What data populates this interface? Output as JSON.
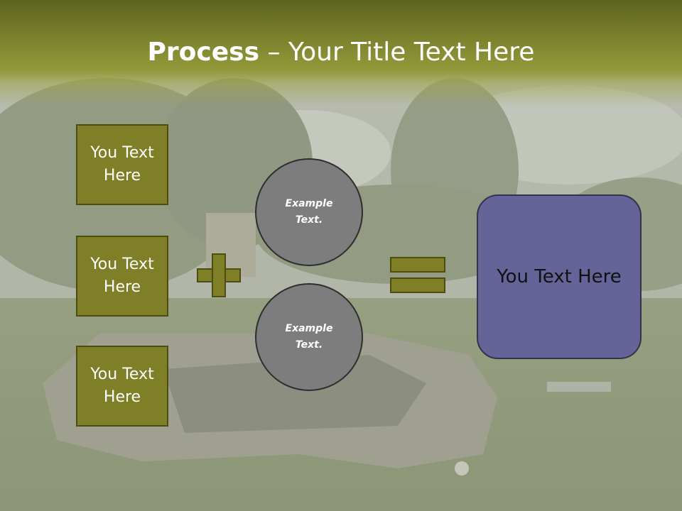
{
  "title": {
    "bold": "Process",
    "rest": " – Your Title Text Here"
  },
  "left_boxes": [
    {
      "label": "You Text Here"
    },
    {
      "label": "You Text Here"
    },
    {
      "label": "You Text Here"
    }
  ],
  "circles": [
    {
      "label": "Example Text."
    },
    {
      "label": "Example Text."
    }
  ],
  "result": {
    "label": "You Text Here"
  },
  "colors": {
    "title_band": "#767d2a",
    "box_fill": "#7f7f27",
    "circle_fill": "#7d7d7d",
    "result_fill": "#646498"
  }
}
